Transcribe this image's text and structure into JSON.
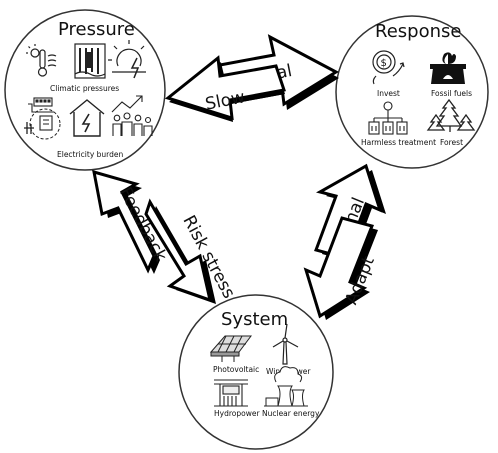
{
  "pressure": {
    "title": "Pressure",
    "climatic_label": "Climatic pressures",
    "electricity_label": "Electricity burden",
    "icons": [
      "thermometer-sun-icon",
      "flood-rain-icon",
      "storm-sun-icon",
      "factory-icon",
      "home-lightning-icon",
      "people-growth-icon",
      "measurement-icon"
    ]
  },
  "response": {
    "title": "Response",
    "invest_label": "Invest",
    "fossil_label": "Fossil fuels",
    "harmless_label": "Harmless treatment",
    "forest_label": "Forest"
  },
  "system": {
    "title": "System",
    "pv_label": "Photovoltaic",
    "wind_label": "Wind power",
    "hydro_label": "Hydropower",
    "nuclear_label": "Nuclear energy"
  },
  "arrows": {
    "top_right": "Signal",
    "top_left": "Slow",
    "left_outer": "Feedback",
    "left_inner": "Risk stress",
    "right_outer": "Signal",
    "right_inner": "Adapt"
  }
}
